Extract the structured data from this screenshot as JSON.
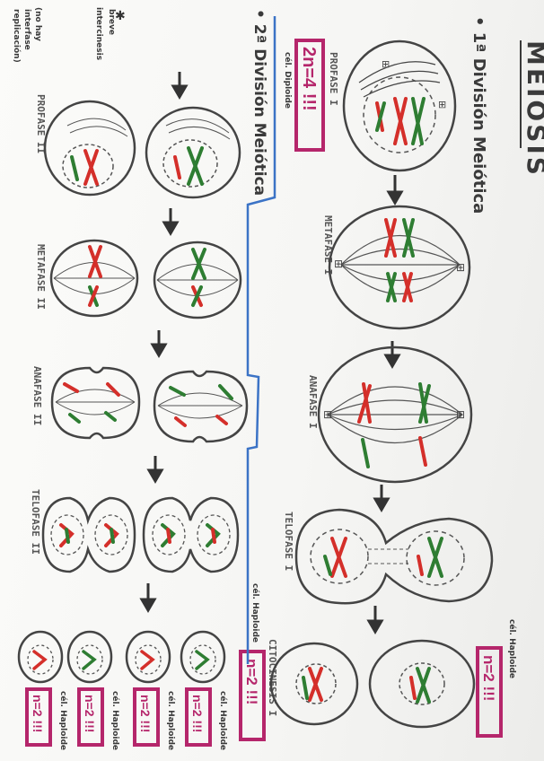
{
  "title": "MEIOSIS",
  "first_division": {
    "heading": "• 1ª División Meiótica",
    "stages": {
      "prophase": "PROFASE I",
      "metaphase": "METAFASE I",
      "anaphase": "ANAFASE I",
      "telophase": "TELOFASE I",
      "cytokinesis": "CITOCINESIS I"
    },
    "chromosome_count_start": "2n=4 !!!",
    "chromosome_count_end": "n=2 !!!",
    "cell_label_start": "cél. Diploide",
    "cell_label_end": "cél. Haploide"
  },
  "second_division": {
    "heading": "• 2ª División Meiótica",
    "stages": {
      "prophase": "PROFASE II",
      "metaphase": "METAFASE II",
      "anaphase": "ANAFASE II",
      "telophase": "TELOFASE II"
    },
    "chromosome_count_start": "n=2 !!!",
    "chromosome_count_end": "n=2 !!!",
    "cell_label_start": "cél. Haploide",
    "cell_label_end": "cél. Haploide"
  },
  "notes": [
    "breve",
    "intercinesis",
    "(no hay",
    "interfase",
    "replicación)"
  ],
  "colors": {
    "ink": "#444444",
    "red": "#d42f2a",
    "green": "#2e7d32",
    "magenta": "#b5266b",
    "blue": "#3b73c6"
  }
}
